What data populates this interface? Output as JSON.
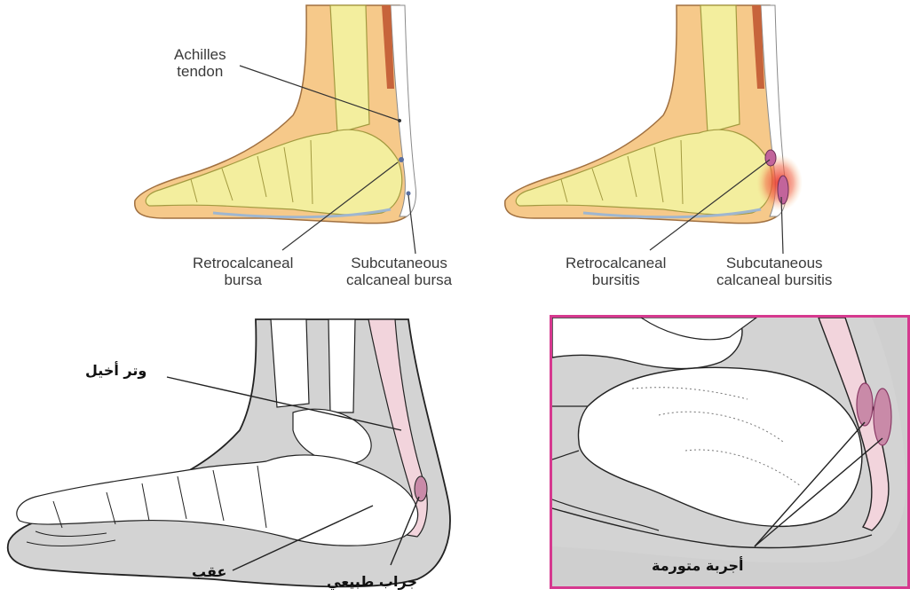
{
  "top_left": {
    "achilles_line1": "Achilles",
    "achilles_line2": "tendon",
    "retro_line1": "Retrocalcaneal",
    "retro_line2": "bursa",
    "subcut_line1": "Subcutaneous",
    "subcut_line2": "calcaneal bursa"
  },
  "top_right": {
    "retro_line1": "Retrocalcaneal",
    "retro_line2": "bursitis",
    "subcut_line1": "Subcutaneous",
    "subcut_line2": "calcaneal bursitis"
  },
  "bottom_left": {
    "achilles_ar": "وتر أخيل",
    "heel_ar": "عقب",
    "normal_bursa_ar": "جراب طبيعي"
  },
  "bottom_right": {
    "swollen_bursae_ar": "أجربة متورمة"
  },
  "colors": {
    "skin": "#f6c98a",
    "bone": "#f3ee9e",
    "bursa_pink": "#c2649b",
    "inflammation": "#e8302a",
    "border_magenta": "#d6398f",
    "sketch_gray": "#cfcfcf"
  }
}
